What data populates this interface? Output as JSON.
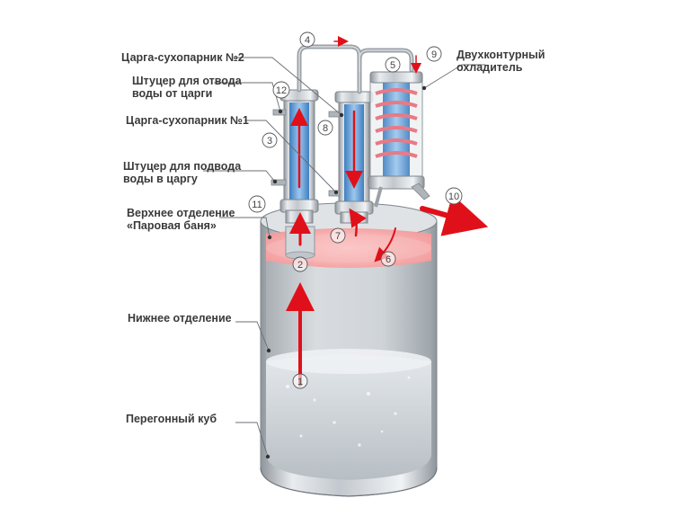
{
  "labels": {
    "column2": "Царга-сухопарник №2",
    "outlet_line1": "Штуцер для отвода",
    "outlet_line2": "воды от царги",
    "column1": "Царга-сухопарник №1",
    "inlet_line1": "Штуцер для подвода",
    "inlet_line2": "воды в царгу",
    "upper_line1": "Верхнее отделение",
    "upper_line2": "«Паровая баня»",
    "lower": "Нижнее отделение",
    "cube": "Перегонный куб",
    "cooler_line1": "Двухконтурный",
    "cooler_line2": "охладитель"
  },
  "markers": [
    "1",
    "2",
    "3",
    "4",
    "5",
    "6",
    "7",
    "8",
    "9",
    "10",
    "11",
    "12"
  ],
  "colors": {
    "steel": "#c9ced3",
    "steel_dark": "#8d949a",
    "glass_blue": "#6fa7d8",
    "steam_pink": "#f4a7a7",
    "arrow_red": "#e0101a",
    "coil": "#e87a86",
    "liquid": "#d9dfe4"
  }
}
